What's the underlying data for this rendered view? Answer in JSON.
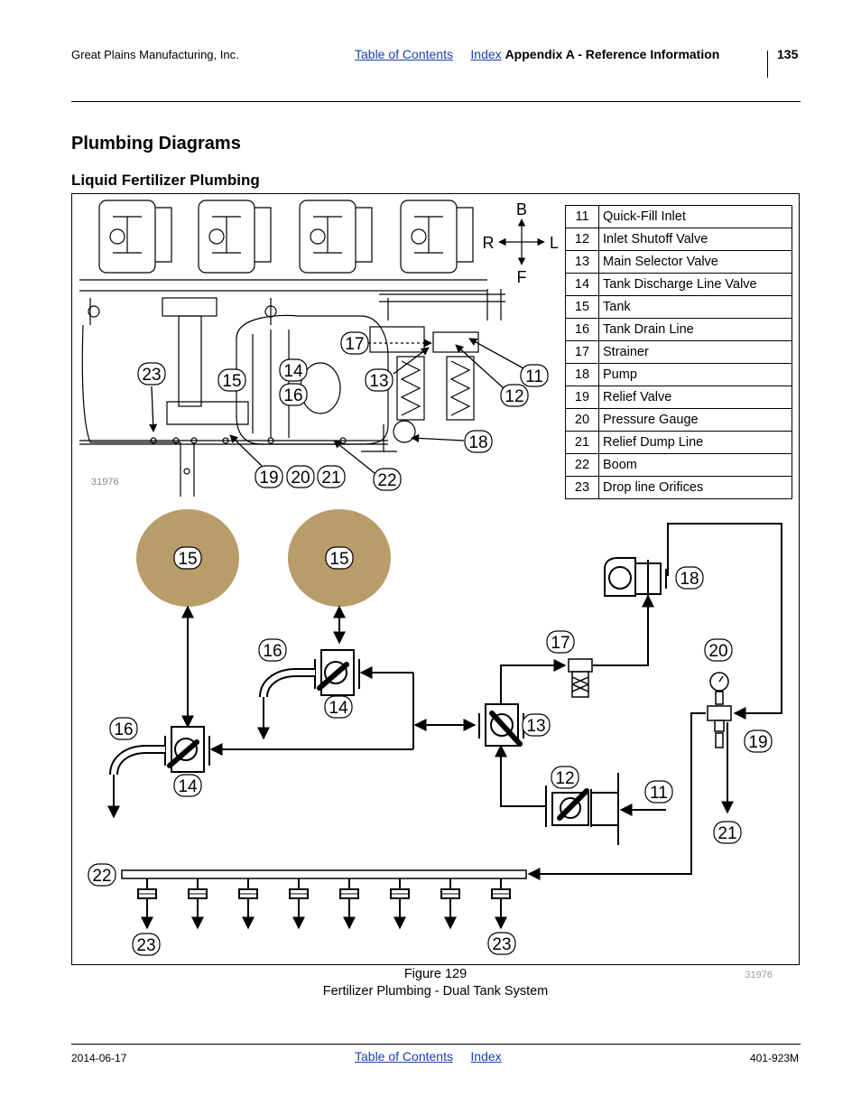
{
  "header": {
    "company": "Great Plains Manufacturing, Inc.",
    "toc_link": "Table of Contents",
    "index_link": "Index",
    "section": "Appendix A - Reference Information",
    "page_number": "135"
  },
  "title": "Plumbing Diagrams",
  "subtitle": "Liquid Fertilizer Plumbing",
  "photo_id": "31976",
  "figure_id": "31976",
  "compass": {
    "back": "B",
    "right": "R",
    "left": "L",
    "front": "F"
  },
  "components": [
    {
      "num": "11",
      "label": "Quick-Fill Inlet"
    },
    {
      "num": "12",
      "label": "Inlet Shutoff Valve"
    },
    {
      "num": "13",
      "label": "Main Selector Valve"
    },
    {
      "num": "14",
      "label": "Tank Discharge Line Valve"
    },
    {
      "num": "15",
      "label": "Tank"
    },
    {
      "num": "16",
      "label": "Tank Drain Line"
    },
    {
      "num": "17",
      "label": "Strainer"
    },
    {
      "num": "18",
      "label": "Pump"
    },
    {
      "num": "19",
      "label": "Relief Valve"
    },
    {
      "num": "20",
      "label": "Pressure Gauge"
    },
    {
      "num": "21",
      "label": "Relief Dump Line"
    },
    {
      "num": "22",
      "label": "Boom"
    },
    {
      "num": "23",
      "label": "Drop line Orifices"
    }
  ],
  "callouts": {
    "n11": "11",
    "n12": "12",
    "n13": "13",
    "n14": "14",
    "n15": "15",
    "n16": "16",
    "n17": "17",
    "n18": "18",
    "n19": "19",
    "n20": "20",
    "n21": "21",
    "n22": "22",
    "n23": "23"
  },
  "caption": {
    "figure": "Figure 129",
    "text": "Fertilizer Plumbing - Dual Tank System"
  },
  "footer": {
    "date": "2014-06-17",
    "toc_link": "Table of Contents",
    "index_link": "Index",
    "doc_number": "401-923M"
  },
  "colors": {
    "tank_fill": "#b89c6a",
    "link": "#1a3fb5"
  }
}
